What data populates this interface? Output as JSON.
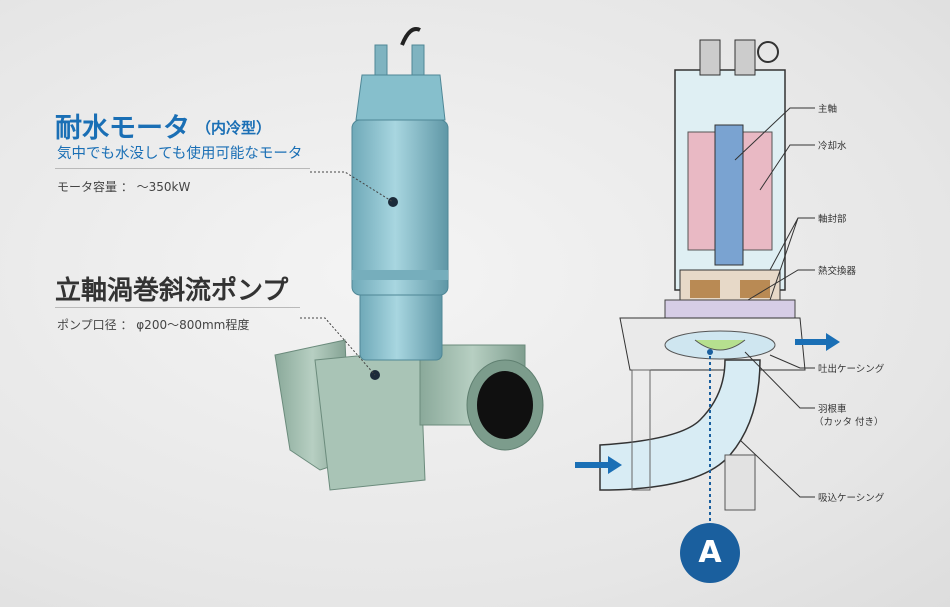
{
  "motor": {
    "title": "耐水モータ",
    "title_paren": "（内冷型）",
    "subtitle": "気中でも水没しても使用可能なモータ",
    "spec": "モータ容量 ： ～350kW"
  },
  "pump": {
    "title": "立軸渦巻斜流ポンプ",
    "spec": "ポンプ口径 ： φ200～800mm程度"
  },
  "diagram": {
    "labels": {
      "shaft": "主軸",
      "coolant": "冷却水",
      "seal": "軸封部",
      "heat_exchanger": "熱交換器",
      "discharge_casing": "吐出ケーシング",
      "impeller": "羽根車",
      "impeller_note": "（カッタ 付き）",
      "suction_casing": "吸込ケーシング"
    },
    "marker": "A"
  },
  "colors": {
    "accent": "#1a6fb5",
    "marker": "#1a5f9e",
    "pump_body": "#8fc3cf",
    "base": "#9fb9aa"
  }
}
